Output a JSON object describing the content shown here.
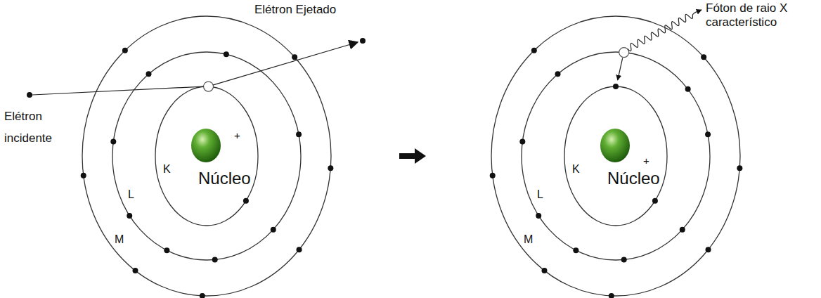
{
  "diagram": {
    "labels": [
      "Elétron Ejetado",
      "Elétron incidente",
      "+",
      "Núcleo",
      "K",
      "L",
      "M",
      "Fóton de raio X característico",
      "+",
      "Núcleo",
      "K",
      "L",
      "M"
    ]
  }
}
